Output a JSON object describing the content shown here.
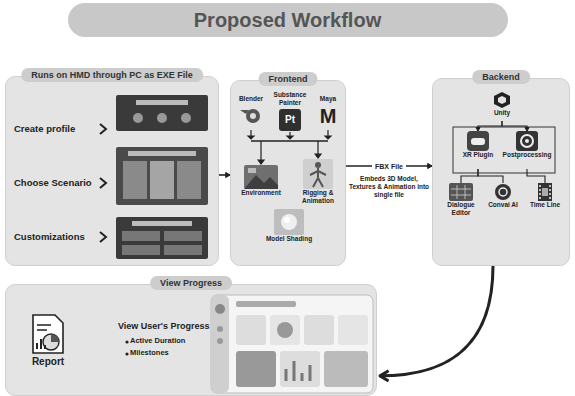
{
  "diagram": {
    "title": "Proposed Workflow",
    "nodes": [
      {
        "text": [
          "Runs on HMD through PC as EXE File"
        ]
      },
      {
        "text": [
          "Create profile"
        ],
        "in": 0
      },
      {
        "text": [
          "Choose Scenario"
        ],
        "in": 0
      },
      {
        "text": [
          "Customizations"
        ],
        "in": 0
      },
      {
        "text": [
          "Frontend"
        ]
      },
      {
        "text": [
          "Blender"
        ],
        "in": 4
      },
      {
        "text": [
          "Substance Painter"
        ],
        "in": 4
      },
      {
        "text": [
          "Maya"
        ],
        "in": 4
      },
      {
        "text": [
          "Environment"
        ],
        "in": 4
      },
      {
        "text": [
          "Rigging & Animation"
        ],
        "in": 4
      },
      {
        "text": [
          "Model Shading"
        ],
        "in": 4
      },
      {
        "text": [
          "Backend"
        ]
      },
      {
        "text": [
          "Unity"
        ],
        "in": 11
      },
      {
        "text": [
          "XR Plugin"
        ],
        "in": 11
      },
      {
        "text": [
          "Postprocessing"
        ],
        "in": 11
      },
      {
        "text": [
          "Dialogue Editor"
        ],
        "in": 11
      },
      {
        "text": [
          "Convai AI"
        ],
        "in": 11
      },
      {
        "text": [
          "Time Line"
        ],
        "in": 11
      },
      {
        "text": [
          "View Progress"
        ]
      },
      {
        "text": [
          "Report"
        ],
        "in": 18
      }
    ],
    "edges": [
      {
        "from": 0,
        "to": 4,
        "arrow": "to"
      },
      {
        "from": 4,
        "to": 11,
        "label": "FBX File",
        "arrow": "to"
      },
      {
        "from": 11,
        "to": 18,
        "arrow": "to"
      },
      {
        "from": 12,
        "to": 13,
        "arrow": "to"
      },
      {
        "from": 12,
        "to": 14,
        "arrow": "to"
      },
      {
        "from": 13,
        "to": 15,
        "arrow": "none"
      },
      {
        "from": 13,
        "to": 16,
        "arrow": "none"
      },
      {
        "from": 14,
        "to": 17,
        "arrow": "none"
      }
    ],
    "labels": [
      "Pt",
      "M",
      "Embeds 3D Model, Textures & Animation into single file",
      "View User's Progress",
      "Active Duration",
      "Milestones"
    ]
  }
}
